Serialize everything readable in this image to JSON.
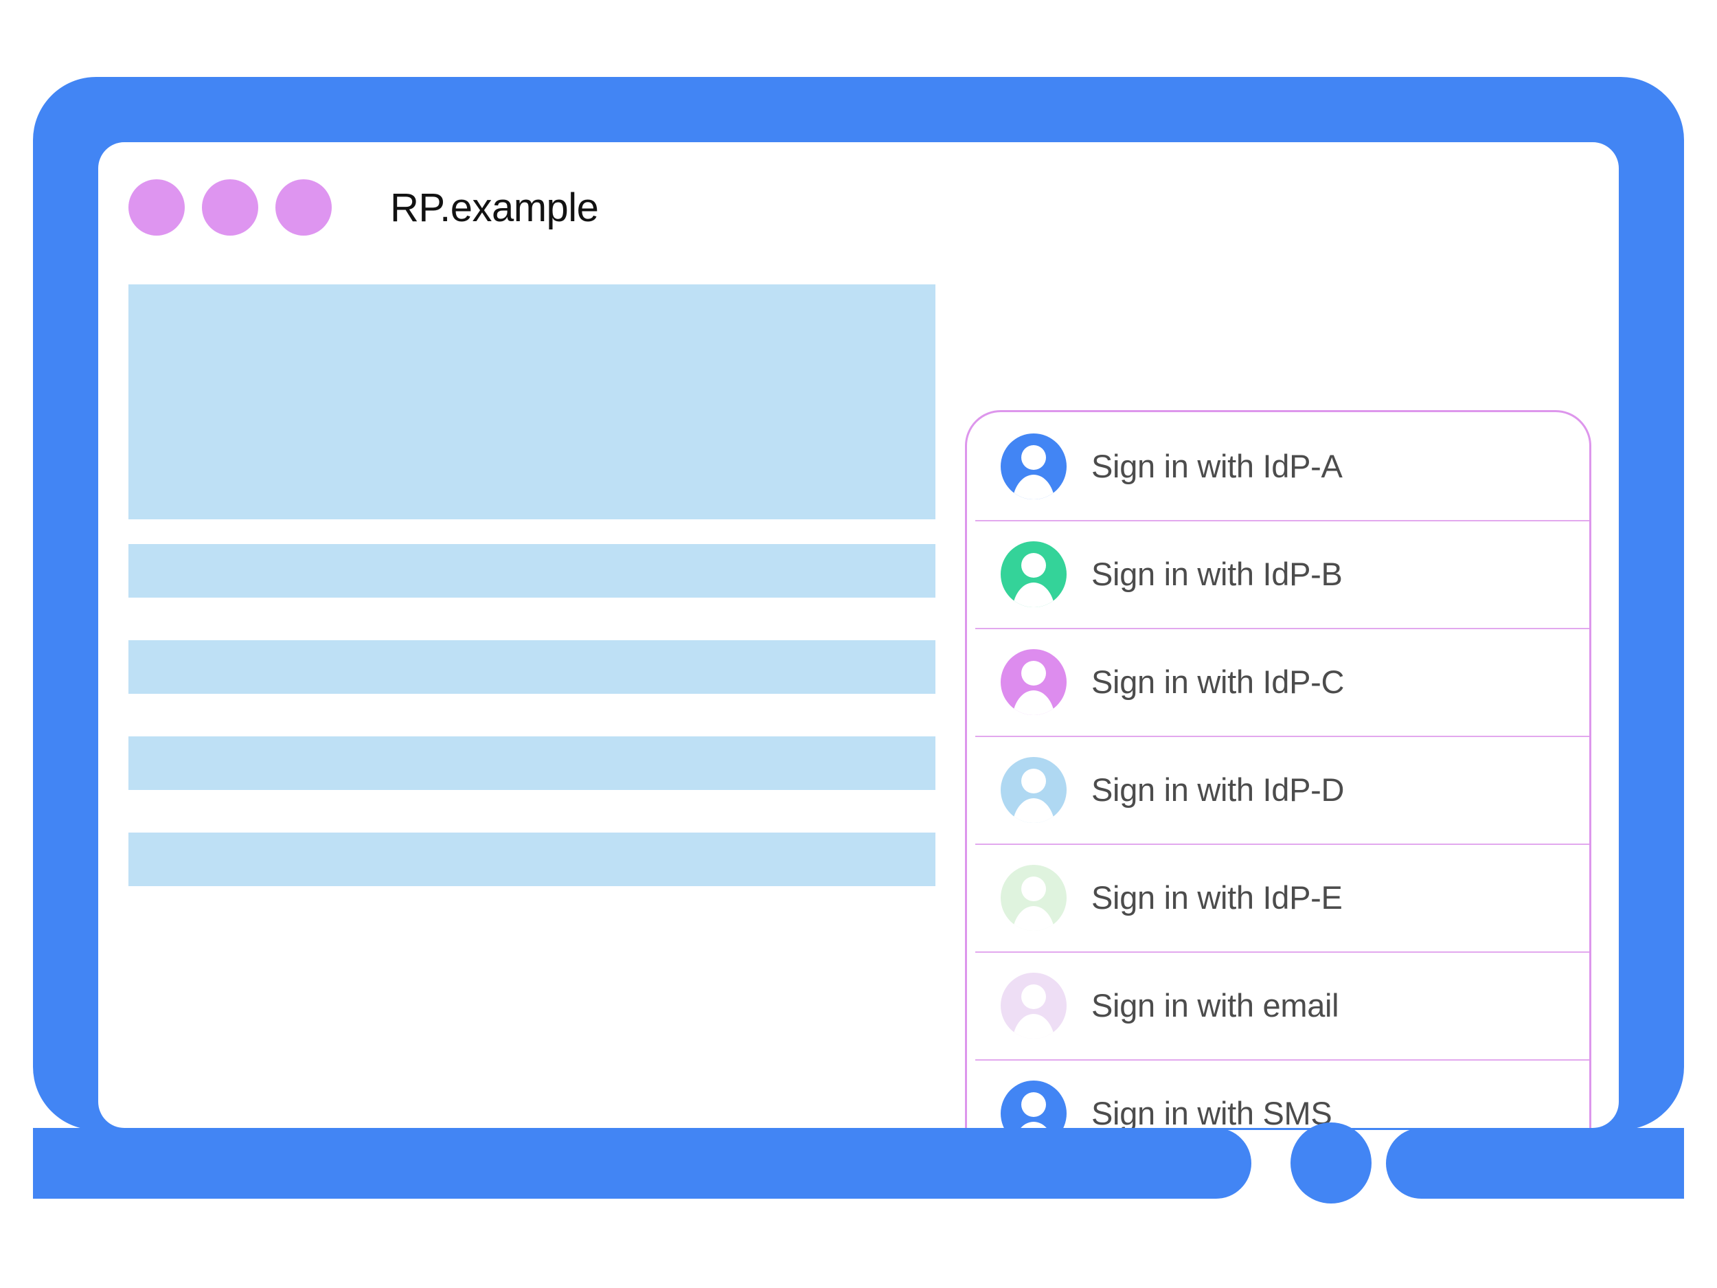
{
  "window": {
    "title": "RP.example",
    "dots": [
      "window-dot-1",
      "window-dot-2",
      "window-dot-3"
    ],
    "dot_color": "#DE95F0",
    "frame_color": "#4285F4",
    "home_button": "home-button"
  },
  "content": {
    "placeholder_color": "#BEE0F5",
    "blocks": [
      {
        "name": "content-hero-block"
      },
      {
        "name": "content-bar-1"
      },
      {
        "name": "content-bar-2"
      },
      {
        "name": "content-bar-3"
      },
      {
        "name": "content-bar-4"
      }
    ]
  },
  "account_chooser": {
    "border_color": "#DD96EC",
    "divider_color": "#E2A8EE",
    "text_color": "#4C4C4C",
    "rows": [
      {
        "label": "Sign in with IdP-A",
        "avatar_color": "#4285F4",
        "icon": "person-avatar-icon"
      },
      {
        "label": "Sign in with IdP-B",
        "avatar_color": "#34D399",
        "icon": "person-avatar-icon"
      },
      {
        "label": "Sign in with IdP-C",
        "avatar_color": "#DD8CEE",
        "icon": "person-avatar-icon"
      },
      {
        "label": "Sign in with IdP-D",
        "avatar_color": "#AFD8F2",
        "icon": "person-avatar-icon"
      },
      {
        "label": "Sign in with IdP-E",
        "avatar_color": "#DFF3DE",
        "icon": "person-avatar-icon"
      },
      {
        "label": "Sign in with email",
        "avatar_color": "#EEDEF5",
        "icon": "person-avatar-icon"
      },
      {
        "label": "Sign in with SMS",
        "avatar_color": "#4285F4",
        "icon": "person-avatar-icon"
      }
    ]
  }
}
